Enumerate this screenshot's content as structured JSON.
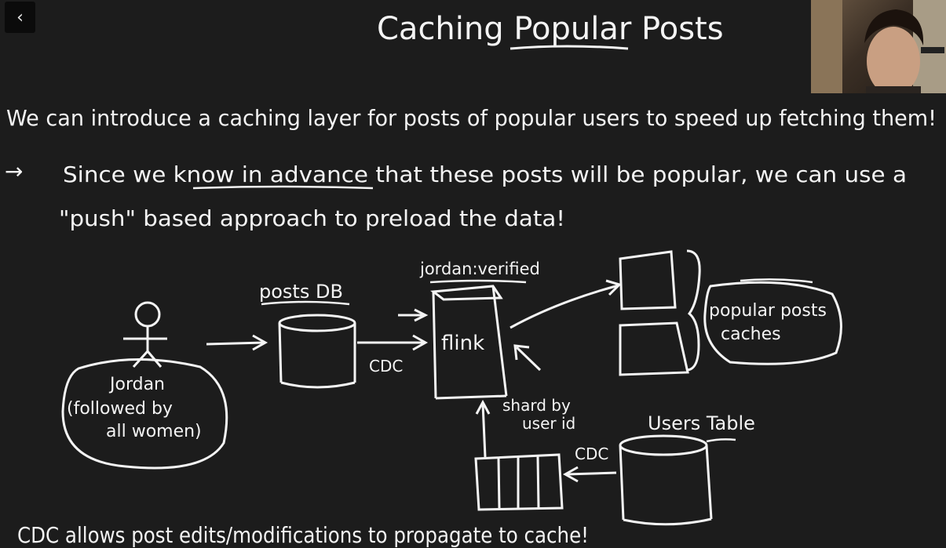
{
  "controls": {
    "back_icon": "‹"
  },
  "title": "Caching Popular Posts",
  "notes": {
    "line1": "We can introduce a caching layer for posts of popular users to speed up fetching them!",
    "line2a": "Since we know in advance that these posts will be popular, we can use a",
    "line2b": "\"push\" based approach to preload the data!",
    "footer": "CDC allows post edits/modifications to propagate to cache!"
  },
  "diagram": {
    "user_name": "Jordan",
    "user_caption_1": "(followed by",
    "user_caption_2": "all women)",
    "posts_db": "posts DB",
    "flink": "flink",
    "flink_tag": "jordan:verified",
    "cdc_1": "CDC",
    "cdc_2": "CDC",
    "shard_1": "shard by",
    "shard_2": "user id",
    "users_table": "Users Table",
    "caches_1": "popular posts",
    "caches_2": "caches"
  }
}
